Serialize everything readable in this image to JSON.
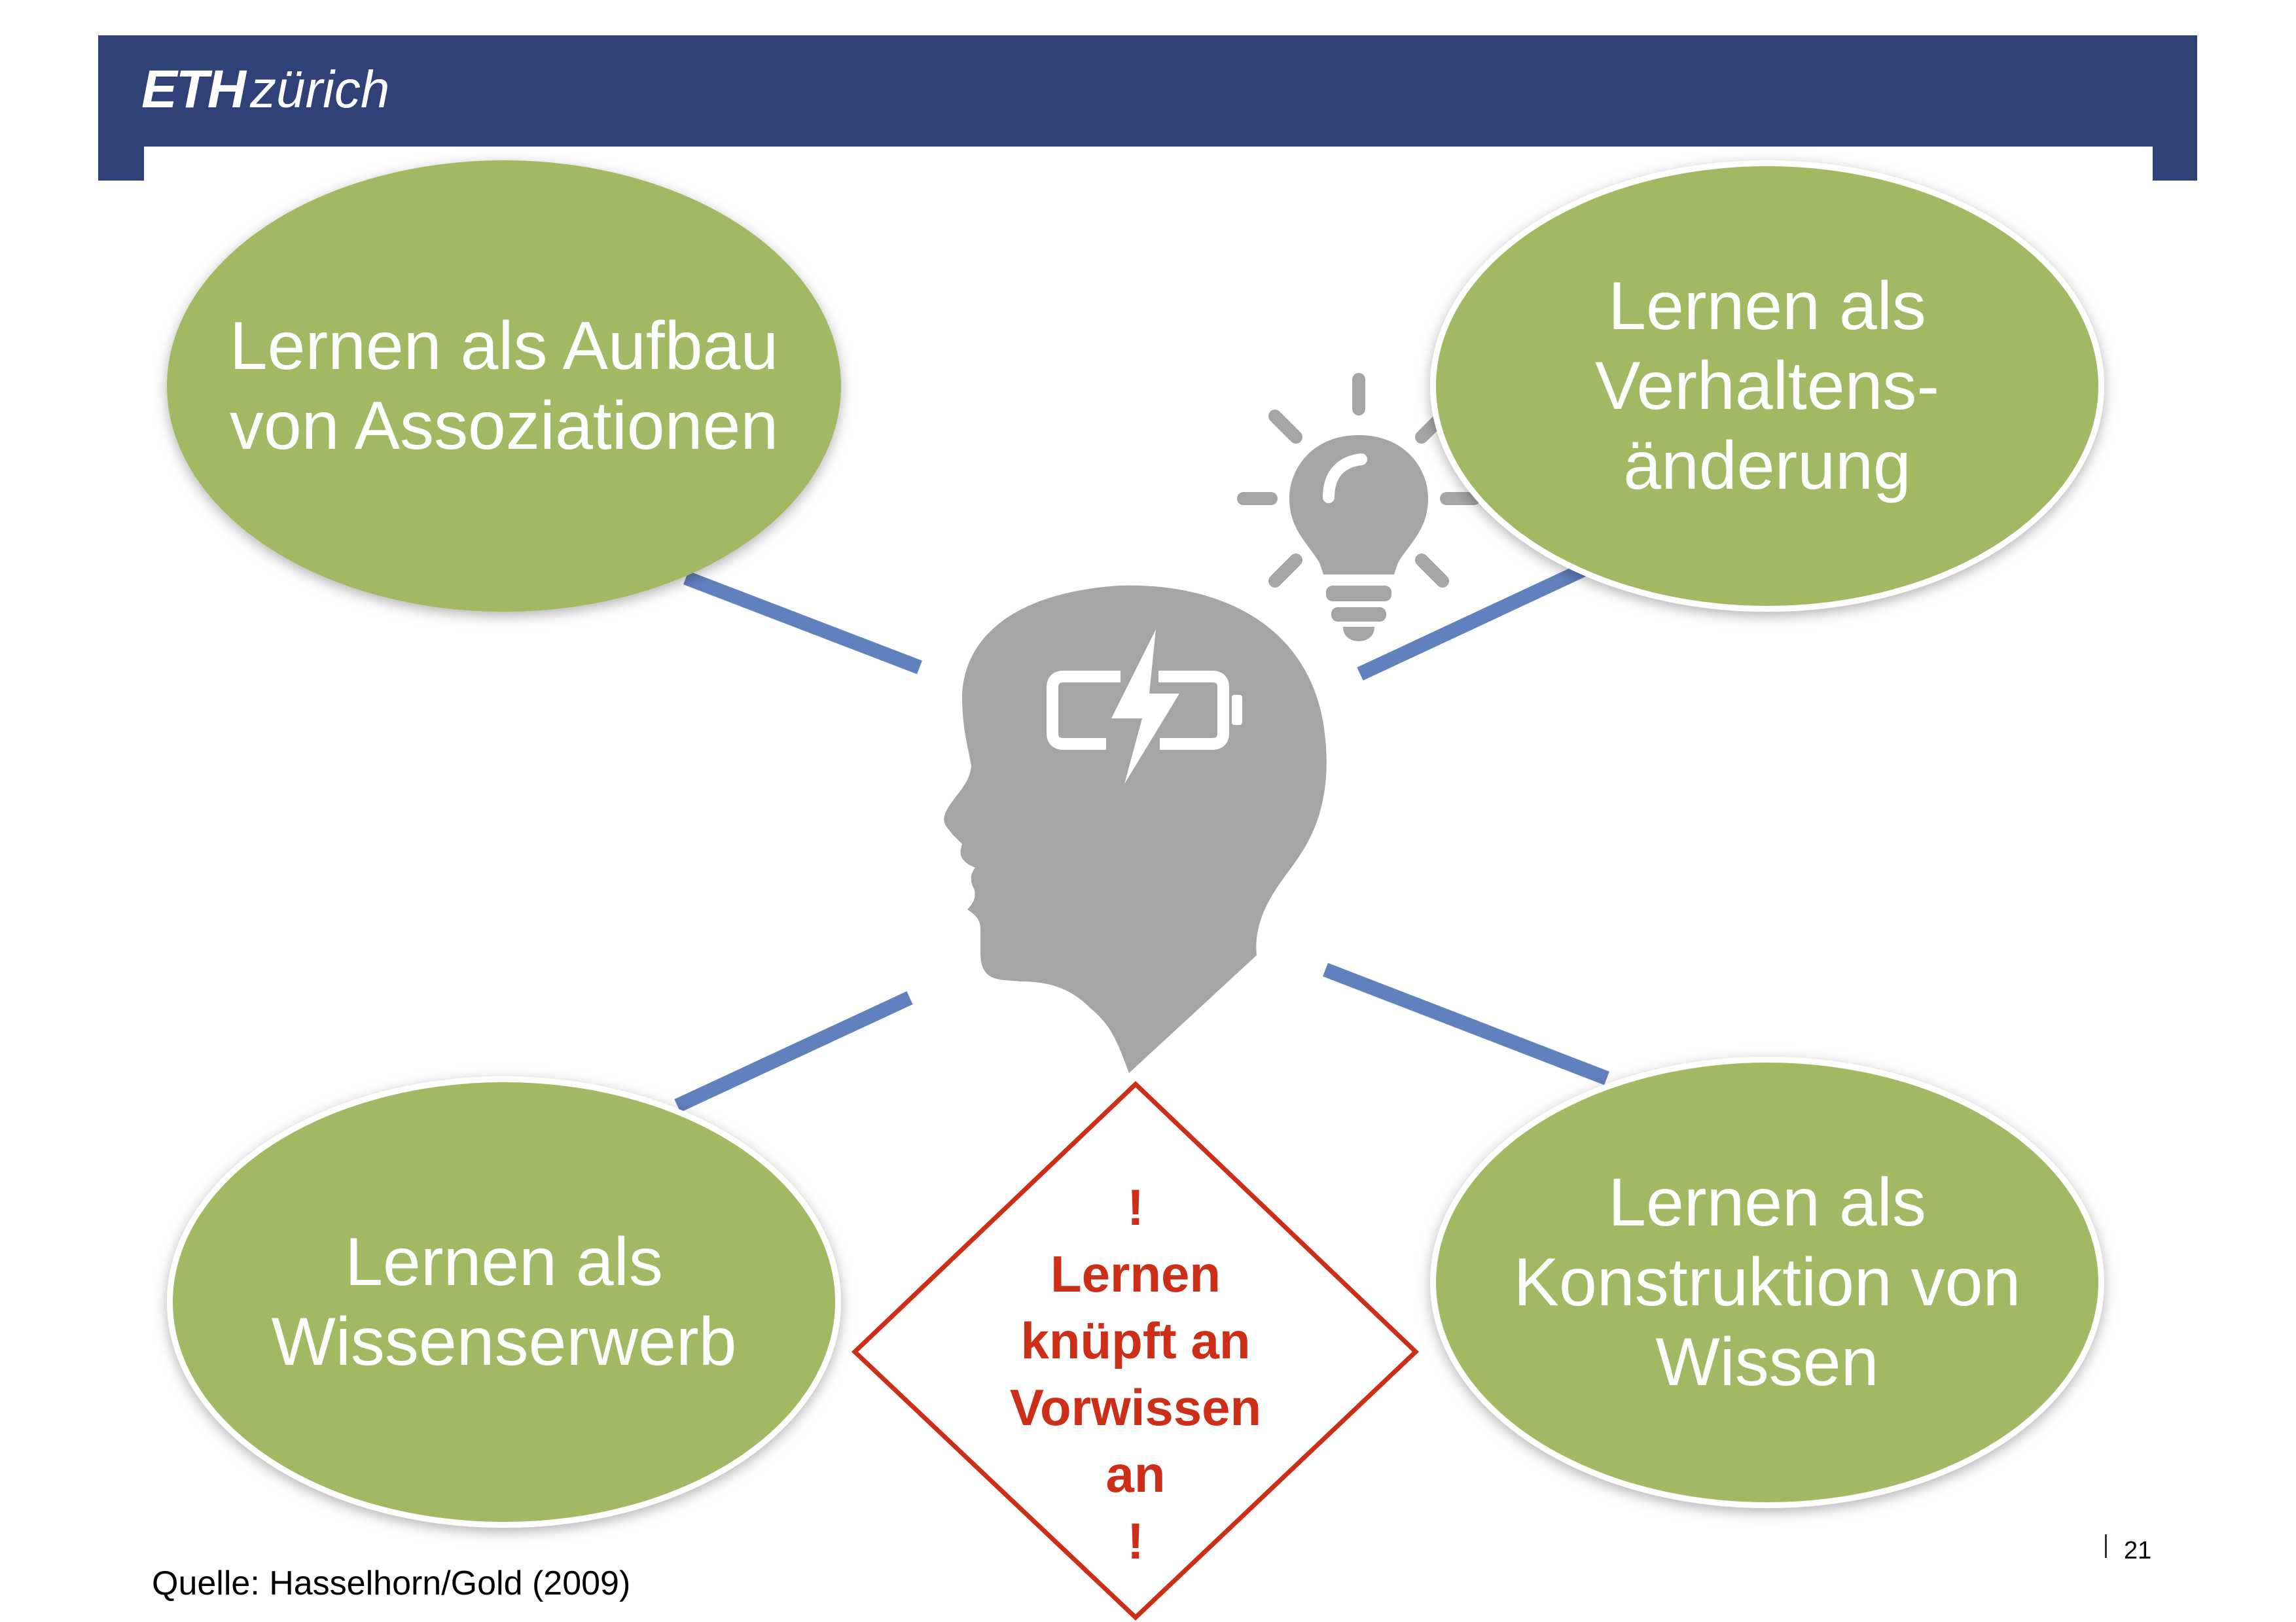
{
  "colors": {
    "header": "#2f4176",
    "node_fill": "#a3b862",
    "connector": "#6180be",
    "icon_gray": "#a5a5a5",
    "accent_red": "#cc2e17"
  },
  "header": {
    "brand_bold": "ETH",
    "brand_light": "zürich"
  },
  "nodes": [
    {
      "id": "top-left",
      "lines": [
        "Lernen als Aufbau",
        "von Assoziationen"
      ]
    },
    {
      "id": "top-right",
      "lines": [
        "Lernen als",
        "Verhaltens-",
        "änderung"
      ]
    },
    {
      "id": "bottom-left",
      "lines": [
        "Lernen als",
        "Wissenserwerb"
      ]
    },
    {
      "id": "bottom-right",
      "lines": [
        "Lernen als",
        "Konstruktion von",
        "Wissen"
      ]
    }
  ],
  "center": {
    "icons": [
      "head-profile-icon",
      "battery-charging-icon",
      "lightbulb-icon"
    ],
    "note_lines": [
      "!",
      "Lernen",
      "knüpft an",
      "Vorwissen",
      "an",
      "!"
    ]
  },
  "footer": {
    "source": "Quelle: Hasselhorn/Gold (2009)",
    "page_number": "21"
  }
}
